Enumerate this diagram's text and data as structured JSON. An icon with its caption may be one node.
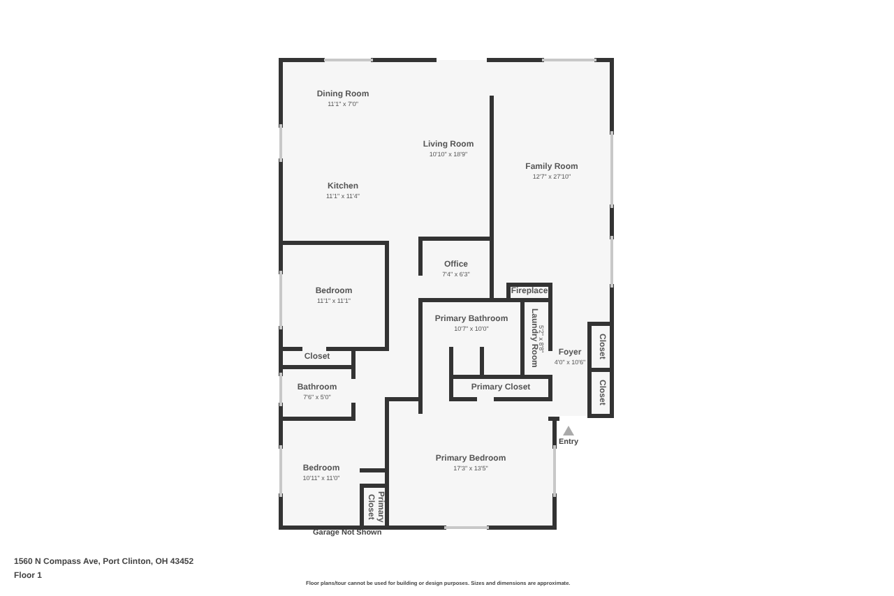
{
  "diagram": {
    "nodes": [
      {
        "text": [
          "Dining Room",
          "11'1\" x 7'0\""
        ]
      },
      {
        "text": [
          "Living Room",
          "10'10\" x 18'9\""
        ]
      },
      {
        "text": [
          "Kitchen",
          "11'1\" x 11'4\""
        ]
      },
      {
        "text": [
          "Family Room",
          "12'7\" x 27'10\""
        ]
      },
      {
        "text": [
          "Office",
          "7'4\" x 6'3\""
        ]
      },
      {
        "text": [
          "Bedroom",
          "11'1\" x 11'1\""
        ]
      },
      {
        "text": [
          "Fireplace"
        ]
      },
      {
        "text": [
          "Primary Bathroom",
          "10'7\" x 10'0\""
        ]
      },
      {
        "text": [
          "Laundry Room",
          "5'2\" x 8'8\""
        ]
      },
      {
        "text": [
          "Closet"
        ]
      },
      {
        "text": [
          "Foyer",
          "4'0\" x 10'6\""
        ]
      },
      {
        "text": [
          "Closet"
        ]
      },
      {
        "text": [
          "Closet"
        ]
      },
      {
        "text": [
          "Bathroom",
          "7'6\" x 5'0\""
        ]
      },
      {
        "text": [
          "Primary Closet"
        ]
      },
      {
        "text": [
          "Bedroom",
          "10'11\" x 11'0\""
        ]
      },
      {
        "text": [
          "Primary Bedroom",
          "17'3\" x 13'5\""
        ]
      },
      {
        "text": [
          "Primary Closet"
        ]
      }
    ],
    "labels": [
      "Entry",
      "Garage Not Shown",
      "1560 N Compass Ave, Port Clinton, OH 43452",
      "Floor 1",
      "Floor plans/tour cannot be used for building or design purposes. Sizes and dimensions are approximate."
    ]
  }
}
